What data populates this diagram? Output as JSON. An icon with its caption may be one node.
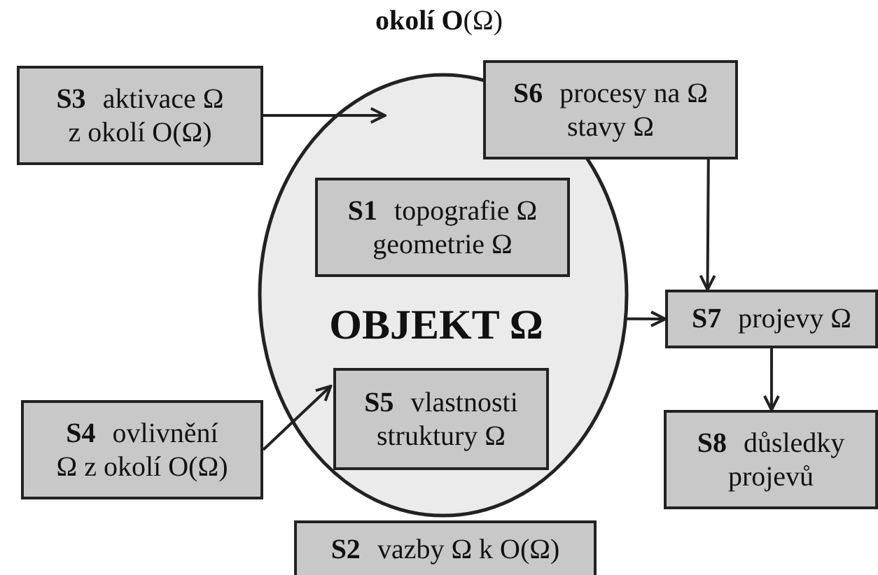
{
  "diagram": {
    "title": "**okolí O**(Ω)",
    "nodes": [
      {
        "text": [
          "**S3** aktivace Ω z okolí O(Ω)"
        ]
      },
      {
        "text": [
          "**S6** procesy na Ω stavy Ω"
        ]
      },
      {
        "text": [
          "OBJEKT Ω"
        ]
      },
      {
        "text": [
          "**S1** topografie Ω geometrie Ω"
        ],
        "in": 2
      },
      {
        "text": [
          "**S7** projevy Ω"
        ]
      },
      {
        "text": [
          "**S5** vlastnosti struktury Ω"
        ],
        "in": 2
      },
      {
        "text": [
          "**S4** ovlivnění Ω z okolí O(Ω)"
        ]
      },
      {
        "text": [
          "**S8** důsledky projevů"
        ]
      },
      {
        "text": [
          "**S2** vazby Ω k O(Ω)"
        ]
      }
    ],
    "edges": [
      {
        "from": 0,
        "to": 2,
        "arrow": "to"
      },
      {
        "from": 1,
        "to": 4,
        "arrow": "to"
      },
      {
        "from": 2,
        "to": 4,
        "arrow": "to"
      },
      {
        "from": 4,
        "to": 7,
        "arrow": "to"
      },
      {
        "from": 6,
        "to": 5,
        "arrow": "to"
      }
    ]
  }
}
